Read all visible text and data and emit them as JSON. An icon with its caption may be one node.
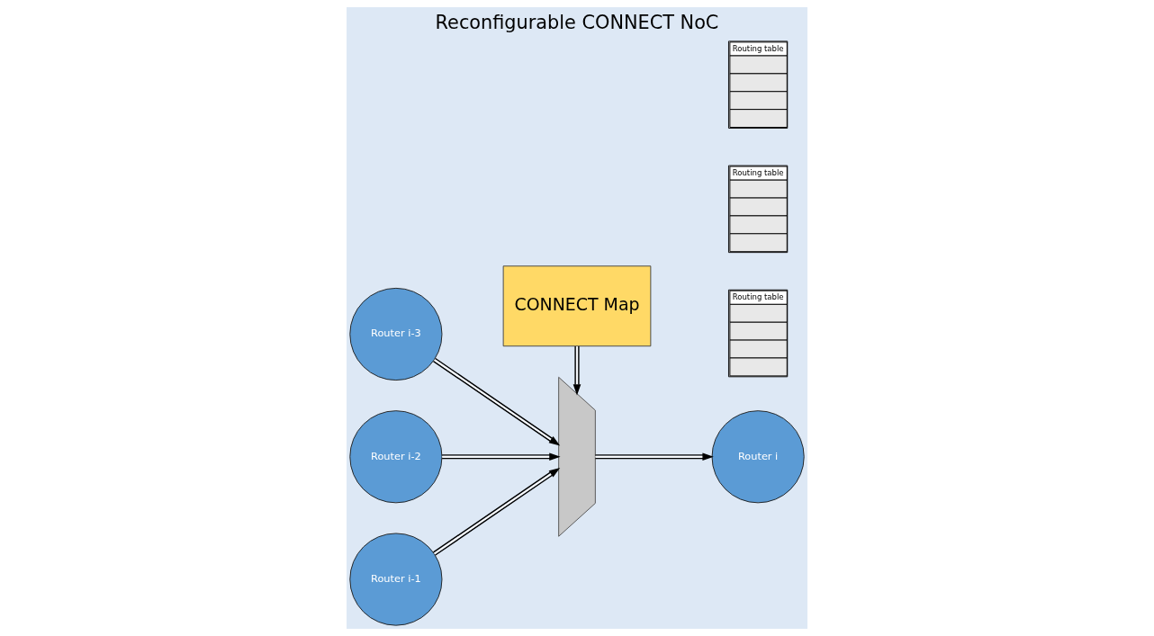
{
  "diagram": {
    "title": "Reconfigurable CONNECT NoC",
    "nodes": [
      {
        "text": [
          "Router i-3"
        ]
      },
      {
        "text": [
          "Router i-2"
        ]
      },
      {
        "text": [
          "Router i-1"
        ]
      },
      {
        "text": [],
        "shape": "trapezoid"
      },
      {
        "text": [
          "Router i"
        ]
      },
      {
        "text": [
          "CONNECT Map"
        ]
      },
      {
        "text": [
          "Routing table"
        ]
      },
      {
        "text": [
          "Routing table"
        ]
      },
      {
        "text": [
          "Routing table"
        ]
      }
    ],
    "edges": [
      {
        "from": 0,
        "to": 3,
        "arrow": "to"
      },
      {
        "from": 1,
        "to": 3,
        "arrow": "to"
      },
      {
        "from": 2,
        "to": 3,
        "arrow": "to"
      },
      {
        "from": 5,
        "to": 3,
        "arrow": "to"
      },
      {
        "from": 3,
        "to": 4,
        "arrow": "to"
      }
    ]
  }
}
